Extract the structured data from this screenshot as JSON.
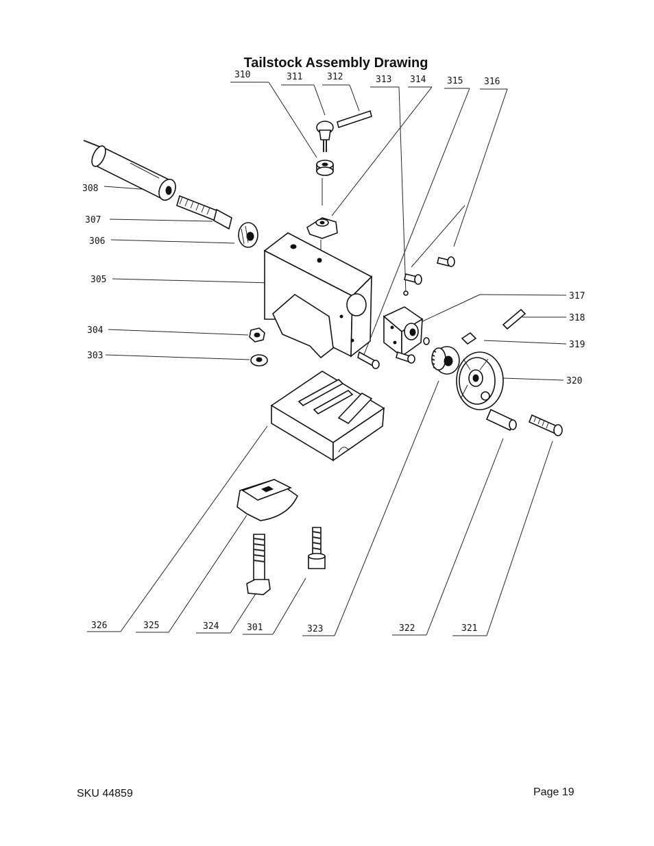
{
  "title": "Tailstock Assembly Drawing",
  "footer": {
    "sku": "SKU 44859",
    "page": "Page 19"
  },
  "part_numbers": {
    "p301": "301",
    "p303": "303",
    "p304": "304",
    "p305": "305",
    "p306": "306",
    "p307": "307",
    "p308": "308",
    "p310": "310",
    "p311": "311",
    "p312": "312",
    "p313": "313",
    "p314": "314",
    "p315": "315",
    "p316": "316",
    "p317": "317",
    "p318": "318",
    "p319": "319",
    "p320": "320",
    "p321": "321",
    "p322": "322",
    "p323": "323",
    "p324": "324",
    "p325": "325",
    "p326": "326"
  }
}
